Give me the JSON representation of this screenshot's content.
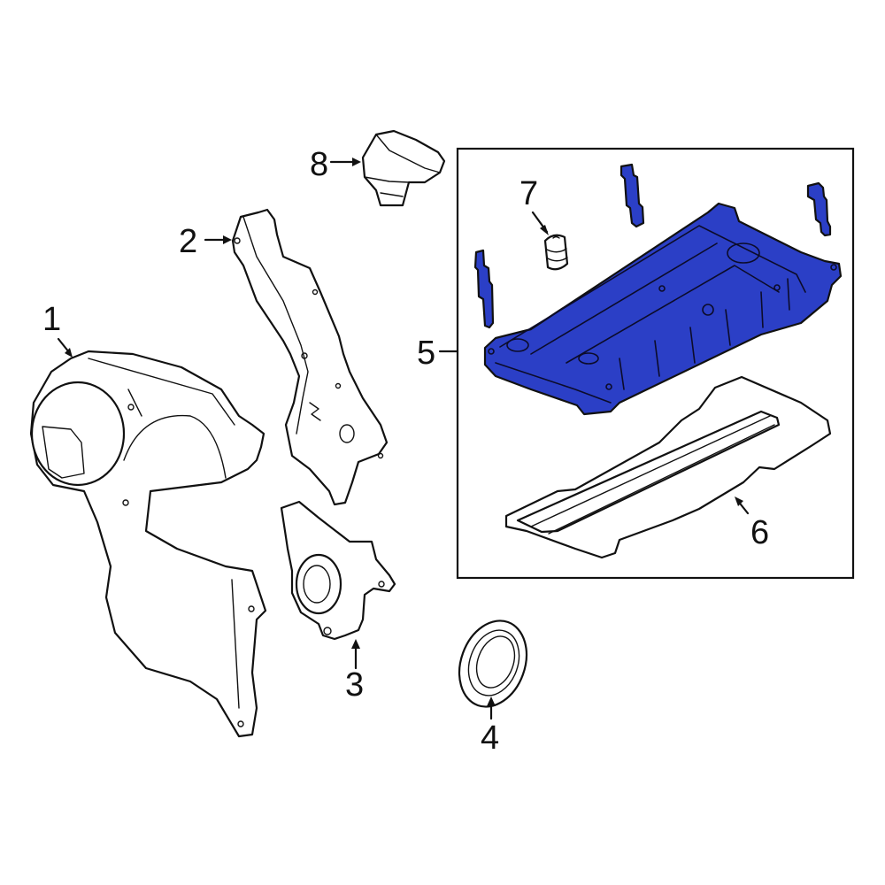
{
  "diagram": {
    "type": "exploded-parts-diagram",
    "highlight_color": "#2b3fc6",
    "line_color": "#111111",
    "background": "#ffffff",
    "callouts": [
      {
        "number": "1",
        "part": "timing-cover-upper"
      },
      {
        "number": "2",
        "part": "timing-cover-rear-bracket"
      },
      {
        "number": "3",
        "part": "front-cover-with-seal-housing"
      },
      {
        "number": "4",
        "part": "crankshaft-seal"
      },
      {
        "number": "5",
        "part": "valve-cover-assembly",
        "highlighted": true
      },
      {
        "number": "6",
        "part": "valve-cover-gasket"
      },
      {
        "number": "7",
        "part": "grommet"
      },
      {
        "number": "8",
        "part": "oil-filler-cap"
      }
    ],
    "group_box": {
      "label_ref": "5",
      "contains": [
        "5",
        "6",
        "7"
      ]
    }
  }
}
